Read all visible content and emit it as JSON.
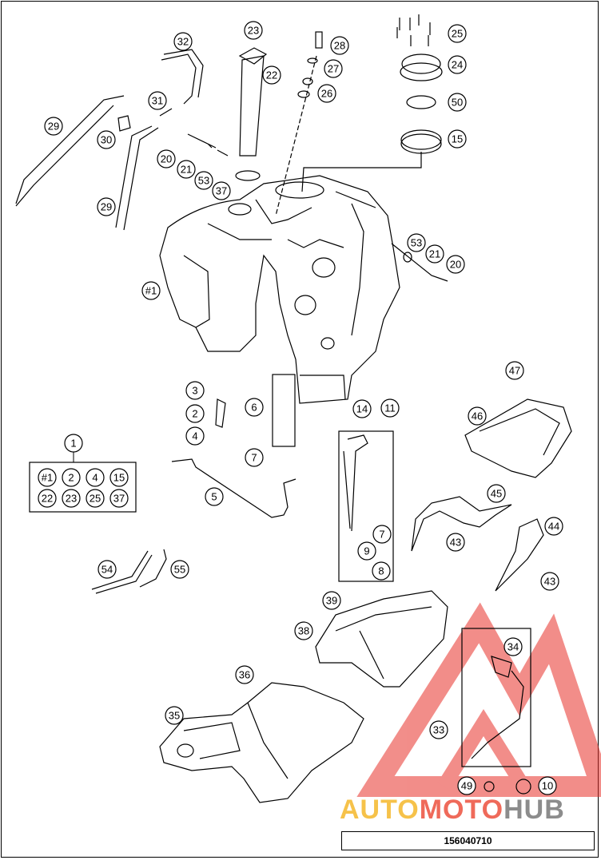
{
  "diagram_code": "156040710",
  "watermark": {
    "part1": "AUTO",
    "part2": "MOTO",
    "part3": "HUB"
  },
  "callouts": [
    "23",
    "22",
    "28",
    "27",
    "26",
    "25",
    "24",
    "50",
    "15",
    "32",
    "31",
    "30",
    "29",
    "20",
    "21",
    "53",
    "37",
    "29",
    "53",
    "21",
    "20",
    "#1",
    "3",
    "2",
    "4",
    "6",
    "14",
    "11",
    "7",
    "47",
    "46",
    "45",
    "44",
    "43",
    "43",
    "7",
    "9",
    "8",
    "5",
    "54",
    "55",
    "39",
    "38",
    "34",
    "36",
    "35",
    "33",
    "49",
    "10"
  ],
  "kit": {
    "label": "1",
    "items": [
      "#1",
      "2",
      "4",
      "15",
      "22",
      "23",
      "25",
      "37"
    ]
  },
  "colors": {
    "ink": "#000000",
    "watermark_red": "#e8312a",
    "watermark_yellow": "#f6c24a",
    "watermark_grey": "#8c8c8c"
  }
}
